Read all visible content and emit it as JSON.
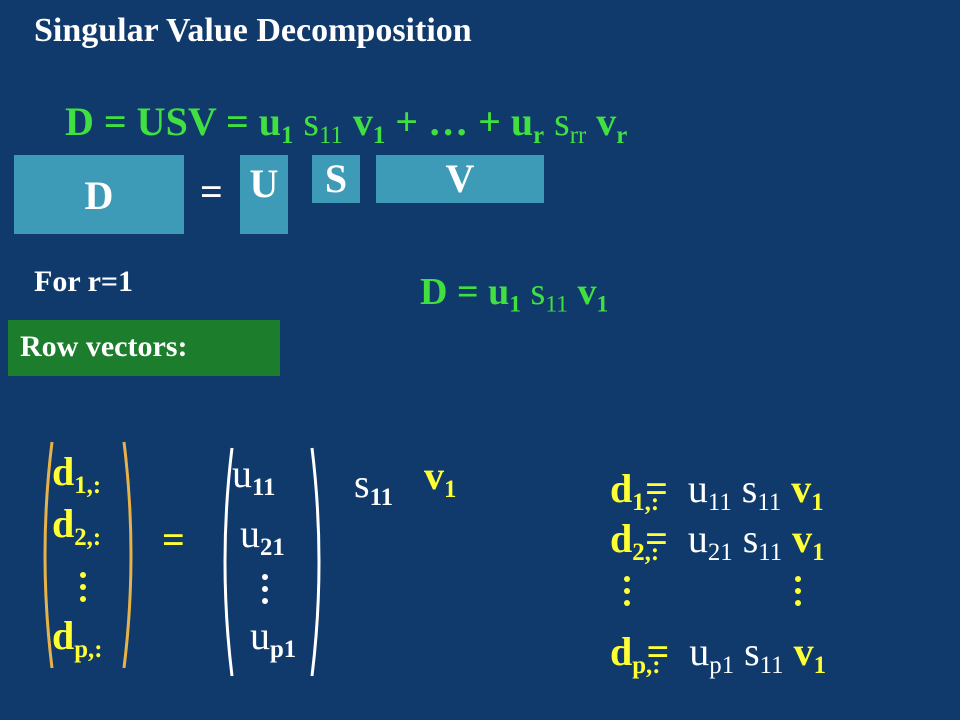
{
  "title": "Singular Value Decomposition",
  "equation": {
    "lhs": "D = USV = u",
    "u1_sub": "1",
    "s11_s": "s",
    "s11_sub": "11",
    "v1": "v",
    "v1_sub": "1",
    "mid": "+ … + u",
    "ur_sub": "r",
    "srr_s": "s",
    "srr_sub": "rr",
    "vr": "v",
    "vr_sub": "r"
  },
  "blocks": {
    "d": "D",
    "eq": "=",
    "u": "U",
    "s": "S",
    "v": "V"
  },
  "for_r": "For r=1",
  "rank1": {
    "lhs": "D = u",
    "u_sub": "1",
    "s": "s",
    "s_sub": "11",
    "v": "v",
    "v_sub": "1"
  },
  "row_vectors": "Row vectors:",
  "left_vec": {
    "d": "d",
    "sub1": "1,:",
    "sub2": "2,:",
    "subp": "p,:"
  },
  "eq_sign": "=",
  "u_vec": {
    "u": "u",
    "sub11": "11",
    "sub21": "21",
    "subp1": "p1"
  },
  "s11": {
    "s": "s",
    "sub": "11"
  },
  "v1": {
    "v": "v",
    "sub": "1"
  },
  "right_rows": [
    {
      "d": "d",
      "dsub": "1,:",
      "eq": "=",
      "u": "u",
      "usub": "11",
      "s": "s",
      "ssub": "11",
      "v": "v",
      "vsub": "1"
    },
    {
      "d": "d",
      "dsub": "2,:",
      "eq": "=",
      "u": "u",
      "usub": "21",
      "s": "s",
      "ssub": "11",
      "v": "v",
      "vsub": "1"
    },
    {
      "d": "d",
      "dsub": "p,:",
      "eq": "=",
      "u": "u",
      "usub": "p1",
      "s": "s",
      "ssub": "11",
      "v": "v",
      "vsub": "1"
    }
  ],
  "colors": {
    "background": "#0f3a6b",
    "text_white": "#ffffff",
    "text_green": "#40e040",
    "text_yellow": "#ffff33",
    "block_fill": "#3d9bb7",
    "label_fill": "#1c7d2d",
    "bracket": "#e8b24a"
  }
}
